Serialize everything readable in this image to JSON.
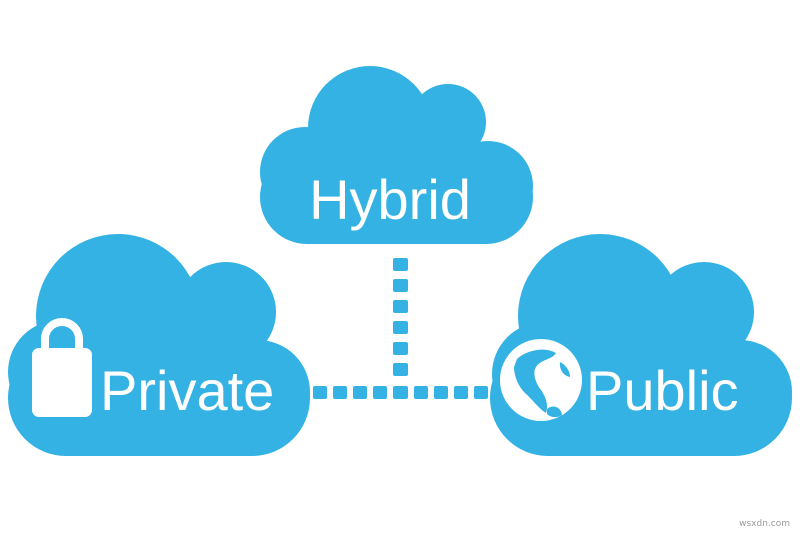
{
  "colors": {
    "cloud": "#34b2e4",
    "text": "#ffffff",
    "background": "#ffffff"
  },
  "clouds": {
    "hybrid": {
      "label": "Hybrid"
    },
    "private": {
      "label": "Private",
      "icon": "lock-icon"
    },
    "public": {
      "label": "Public",
      "icon": "globe-icon"
    }
  },
  "connector": {
    "style": "dotted"
  },
  "watermark": "wsxdn.com"
}
